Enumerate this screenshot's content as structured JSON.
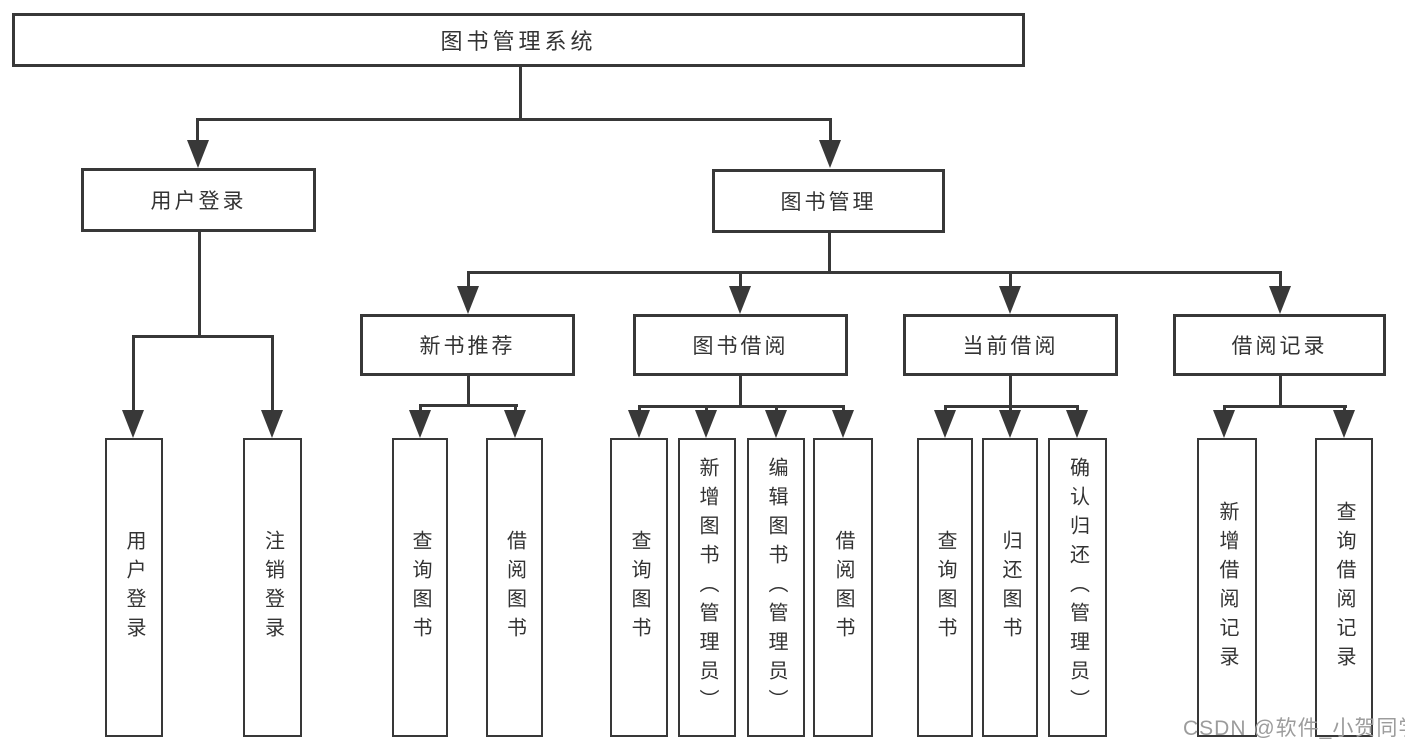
{
  "title": "图书管理系统",
  "branches": {
    "user_login": {
      "label": "用户登录",
      "children": [
        "用户登录",
        "注销登录"
      ]
    },
    "book_mgmt": {
      "label": "图书管理",
      "groups": {
        "new_book": {
          "label": "新书推荐",
          "children": [
            "查询图书",
            "借阅图书"
          ]
        },
        "borrow": {
          "label": "图书借阅",
          "children": [
            "查询图书",
            "新增图书（管理员）",
            "编辑图书（管理员）",
            "借阅图书"
          ]
        },
        "current": {
          "label": "当前借阅",
          "children": [
            "查询图书",
            "归还图书",
            "确认归还（管理员）"
          ]
        },
        "record": {
          "label": "借阅记录",
          "children": [
            "新增借阅记录",
            "查询借阅记录"
          ]
        }
      }
    }
  },
  "watermark": "CSDN @软件_小贺同学",
  "colors": {
    "line": "#383838",
    "text": "#333333",
    "watermark": "#9c9c9c",
    "background": "#ffffff"
  }
}
